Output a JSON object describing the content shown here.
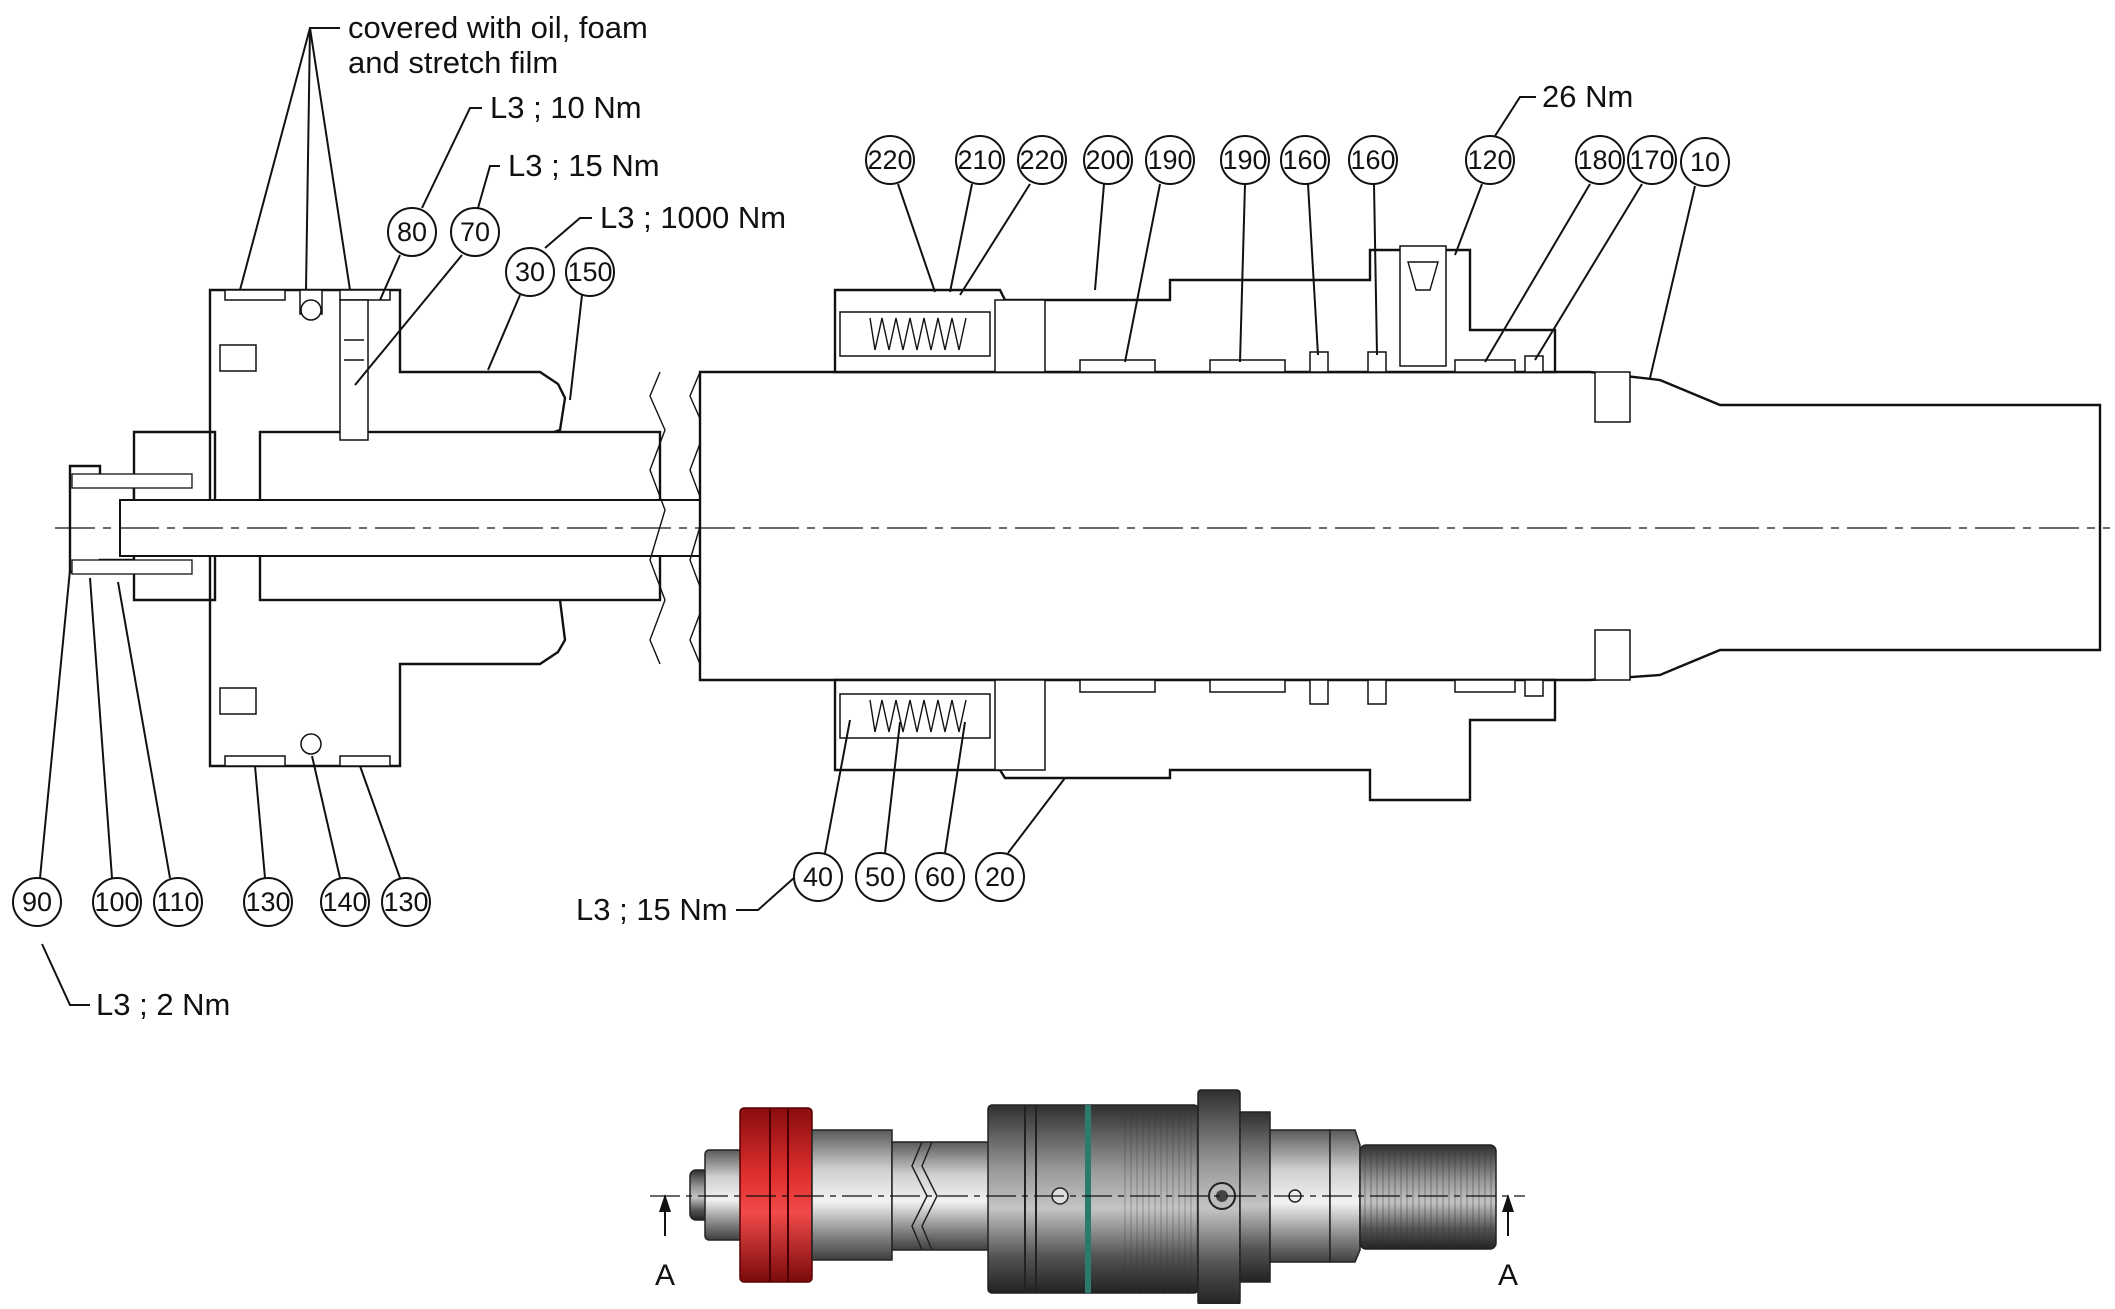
{
  "notes": {
    "covered_line1": "covered with oil, foam",
    "covered_line2": "and stretch film",
    "torque_80": "L3 ; 10 Nm",
    "torque_70": "L3 ; 15 Nm",
    "torque_30": "L3 ; 1000 Nm",
    "torque_120": "26 Nm",
    "torque_40": "L3 ; 15 Nm",
    "torque_90": "L3 ; 2 Nm"
  },
  "callouts_top": [
    "80",
    "70",
    "30",
    "150",
    "220",
    "210",
    "220",
    "200",
    "190",
    "190",
    "160",
    "160",
    "120",
    "180",
    "170",
    "10"
  ],
  "callouts_bottom_left": [
    "90",
    "100",
    "110",
    "130",
    "140",
    "130"
  ],
  "callouts_bottom_right": [
    "40",
    "50",
    "60",
    "20"
  ],
  "section_marks": {
    "left": "A",
    "right": "A"
  },
  "colors": {
    "line": "#111111",
    "render_red": "#d42020",
    "render_steel": "#8a8a8a",
    "render_dark": "#4a4a4a",
    "render_green": "#2e7a6a"
  }
}
